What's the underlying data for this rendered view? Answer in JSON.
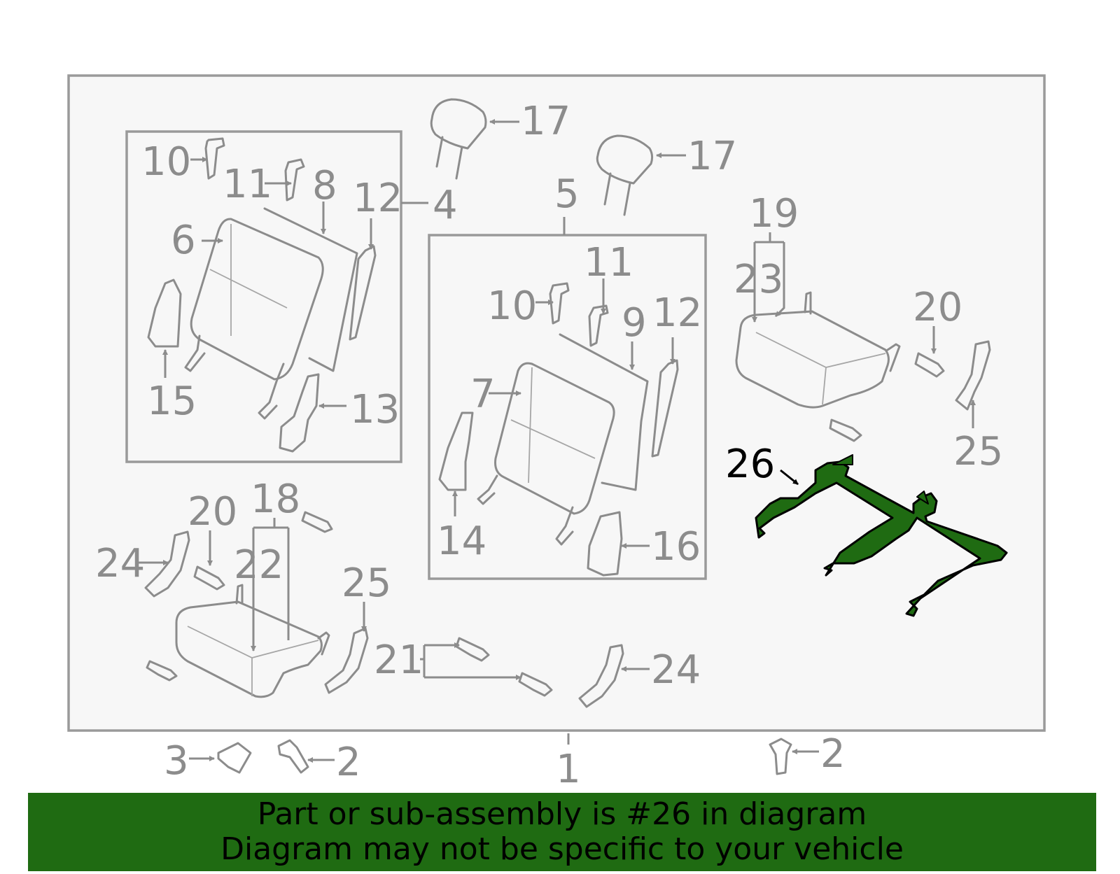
{
  "colors": {
    "banner_background": "#1f6b12",
    "highlight_part": "#1f6b12",
    "part_lines": "#8c8c8c",
    "panel_background": "#f7f7f7"
  },
  "highlighted_callout": "26",
  "callouts": {
    "c1": "1",
    "c2a": "2",
    "c2b": "2",
    "c3": "3",
    "c4": "4",
    "c5": "5",
    "c6": "6",
    "c7": "7",
    "c8": "8",
    "c9": "9",
    "c10a": "10",
    "c10b": "10",
    "c11a": "11",
    "c11b": "11",
    "c12a": "12",
    "c12b": "12",
    "c13": "13",
    "c14": "14",
    "c15": "15",
    "c16": "16",
    "c17a": "17",
    "c17b": "17",
    "c18": "18",
    "c19": "19",
    "c20a": "20",
    "c20b": "20",
    "c21": "21",
    "c22": "22",
    "c23": "23",
    "c24a": "24",
    "c24b": "24",
    "c25a": "25",
    "c25b": "25",
    "c26": "26"
  },
  "banner": {
    "line1": "Part or sub-assembly is #26 in diagram",
    "line2": "Diagram may not be specific to your vehicle"
  }
}
